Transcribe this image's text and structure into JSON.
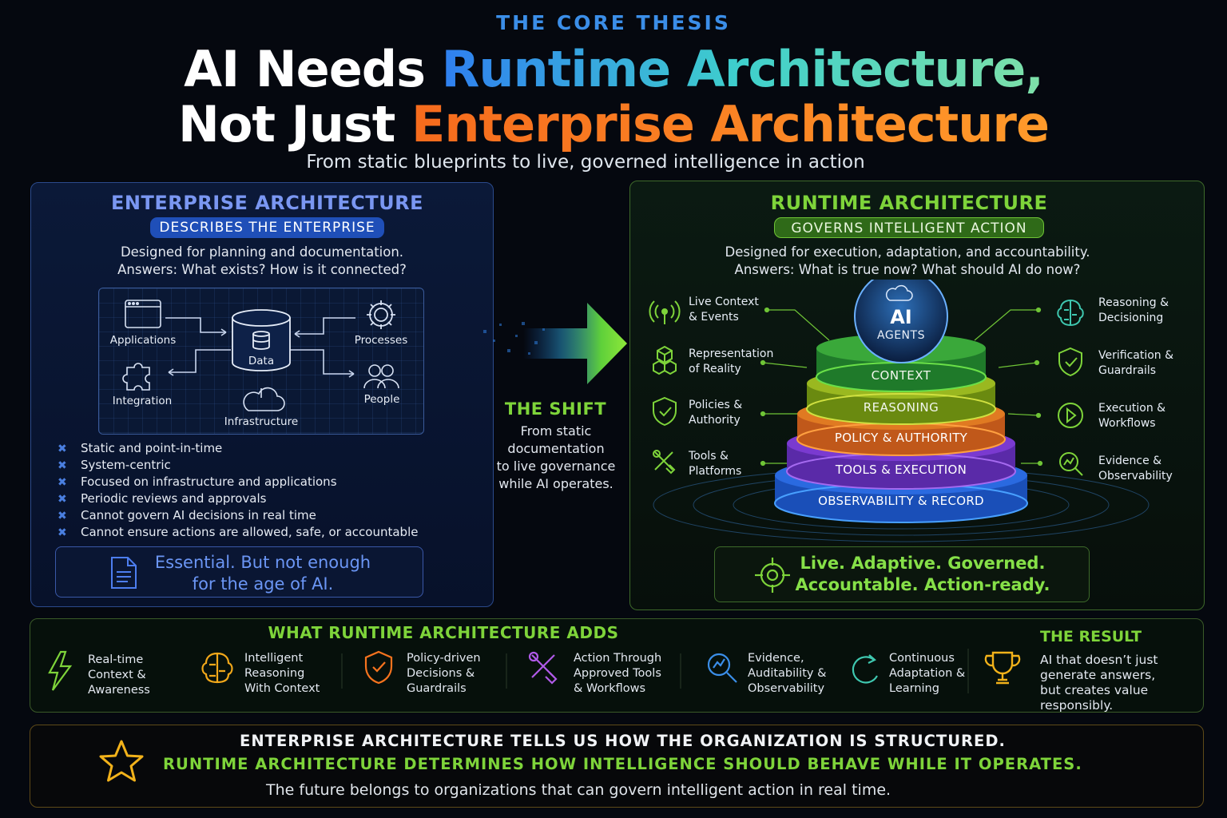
{
  "header": {
    "kicker": "THE CORE THESIS",
    "line1_plain": "AI Needs ",
    "line1_highlight": "Runtime Architecture,",
    "line2_plain": "Not Just ",
    "line2_highlight": "Enterprise Architecture",
    "subtitle": "From static blueprints to live, governed intelligence in action"
  },
  "enterprise": {
    "title": "ENTERPRISE ARCHITECTURE",
    "pill": "DESCRIBES THE ENTERPRISE",
    "desc1": "Designed for planning and documentation.",
    "desc2": "Answers: What exists? How is it connected?",
    "diagram": {
      "applications": "Applications",
      "processes": "Processes",
      "data": "Data",
      "integration": "Integration",
      "people": "People",
      "infrastructure": "Infrastructure"
    },
    "bullets": [
      "Static and point-in-time",
      "System-centric",
      "Focused on infrastructure and applications",
      "Periodic reviews and approvals",
      "Cannot govern AI decisions in real time",
      "Cannot ensure actions are allowed, safe, or accountable"
    ],
    "note1": "Essential. But not enough",
    "note2": "for the age of AI."
  },
  "shift": {
    "title": "THE SHIFT",
    "text": [
      "From static",
      "documentation",
      "to live governance",
      "while AI operates."
    ]
  },
  "runtime": {
    "title": "RUNTIME ARCHITECTURE",
    "pill": "GOVERNS INTELLIGENT ACTION",
    "desc1": "Designed for execution, adaptation, and accountability.",
    "desc2": "Answers: What is true now? What should AI do now?",
    "orb_top": "AI",
    "orb_bottom": "AGENTS",
    "layers": [
      "CONTEXT",
      "REASONING",
      "POLICY & AUTHORITY",
      "TOOLS & EXECUTION",
      "OBSERVABILITY & RECORD"
    ],
    "left_items": [
      [
        "Live Context",
        "& Events"
      ],
      [
        "Representation",
        "of Reality"
      ],
      [
        "Policies &",
        "Authority"
      ],
      [
        "Tools &",
        "Platforms"
      ]
    ],
    "right_items": [
      [
        "Reasoning &",
        "Decisioning"
      ],
      [
        "Verification &",
        "Guardrails"
      ],
      [
        "Execution &",
        "Workflows"
      ],
      [
        "Evidence &",
        "Observability"
      ]
    ],
    "note1": "Live. Adaptive. Governed.",
    "note2": "Accountable. Action-ready."
  },
  "adds": {
    "title": "WHAT RUNTIME ARCHITECTURE ADDS",
    "items": [
      [
        "Real-time",
        "Context &",
        "Awareness"
      ],
      [
        "Intelligent",
        "Reasoning",
        "With Context"
      ],
      [
        "Policy-driven",
        "Decisions &",
        "Guardrails"
      ],
      [
        "Action Through",
        "Approved Tools",
        "& Workflows"
      ],
      [
        "Evidence,",
        "Auditability &",
        "Observability"
      ],
      [
        "Continuous",
        "Adaptation &",
        "Learning"
      ]
    ],
    "result_title": "THE RESULT",
    "result_text": [
      "AI that doesn’t just",
      "generate answers,",
      "but creates value",
      "responsibly."
    ]
  },
  "bottom": {
    "line1": "ENTERPRISE ARCHITECTURE TELLS US HOW THE ORGANIZATION IS STRUCTURED.",
    "line2": "RUNTIME ARCHITECTURE DETERMINES HOW INTELLIGENCE SHOULD BEHAVE WHILE IT OPERATES.",
    "line3": "The future belongs to organizations that can govern intelligent action in real time."
  },
  "colors": {
    "enterprise_accent": "#5b8df0",
    "runtime_accent": "#7ed43a",
    "orange_accent": "#f6731e",
    "star": "#f2b21a"
  }
}
